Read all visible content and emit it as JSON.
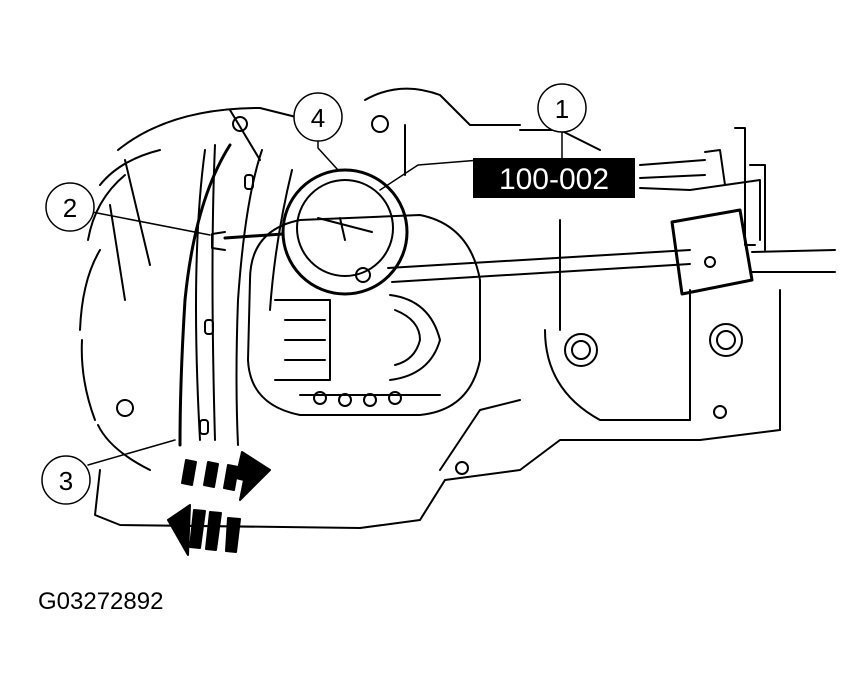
{
  "figure_id": "G03272892",
  "tool_number": "100-002",
  "callouts": [
    {
      "id": "1",
      "label": "1"
    },
    {
      "id": "2",
      "label": "2"
    },
    {
      "id": "3",
      "label": "3"
    },
    {
      "id": "4",
      "label": "4"
    }
  ],
  "colors": {
    "line": "#000000",
    "background": "#ffffff",
    "label_fill": "#000000",
    "label_text": "#ffffff"
  }
}
